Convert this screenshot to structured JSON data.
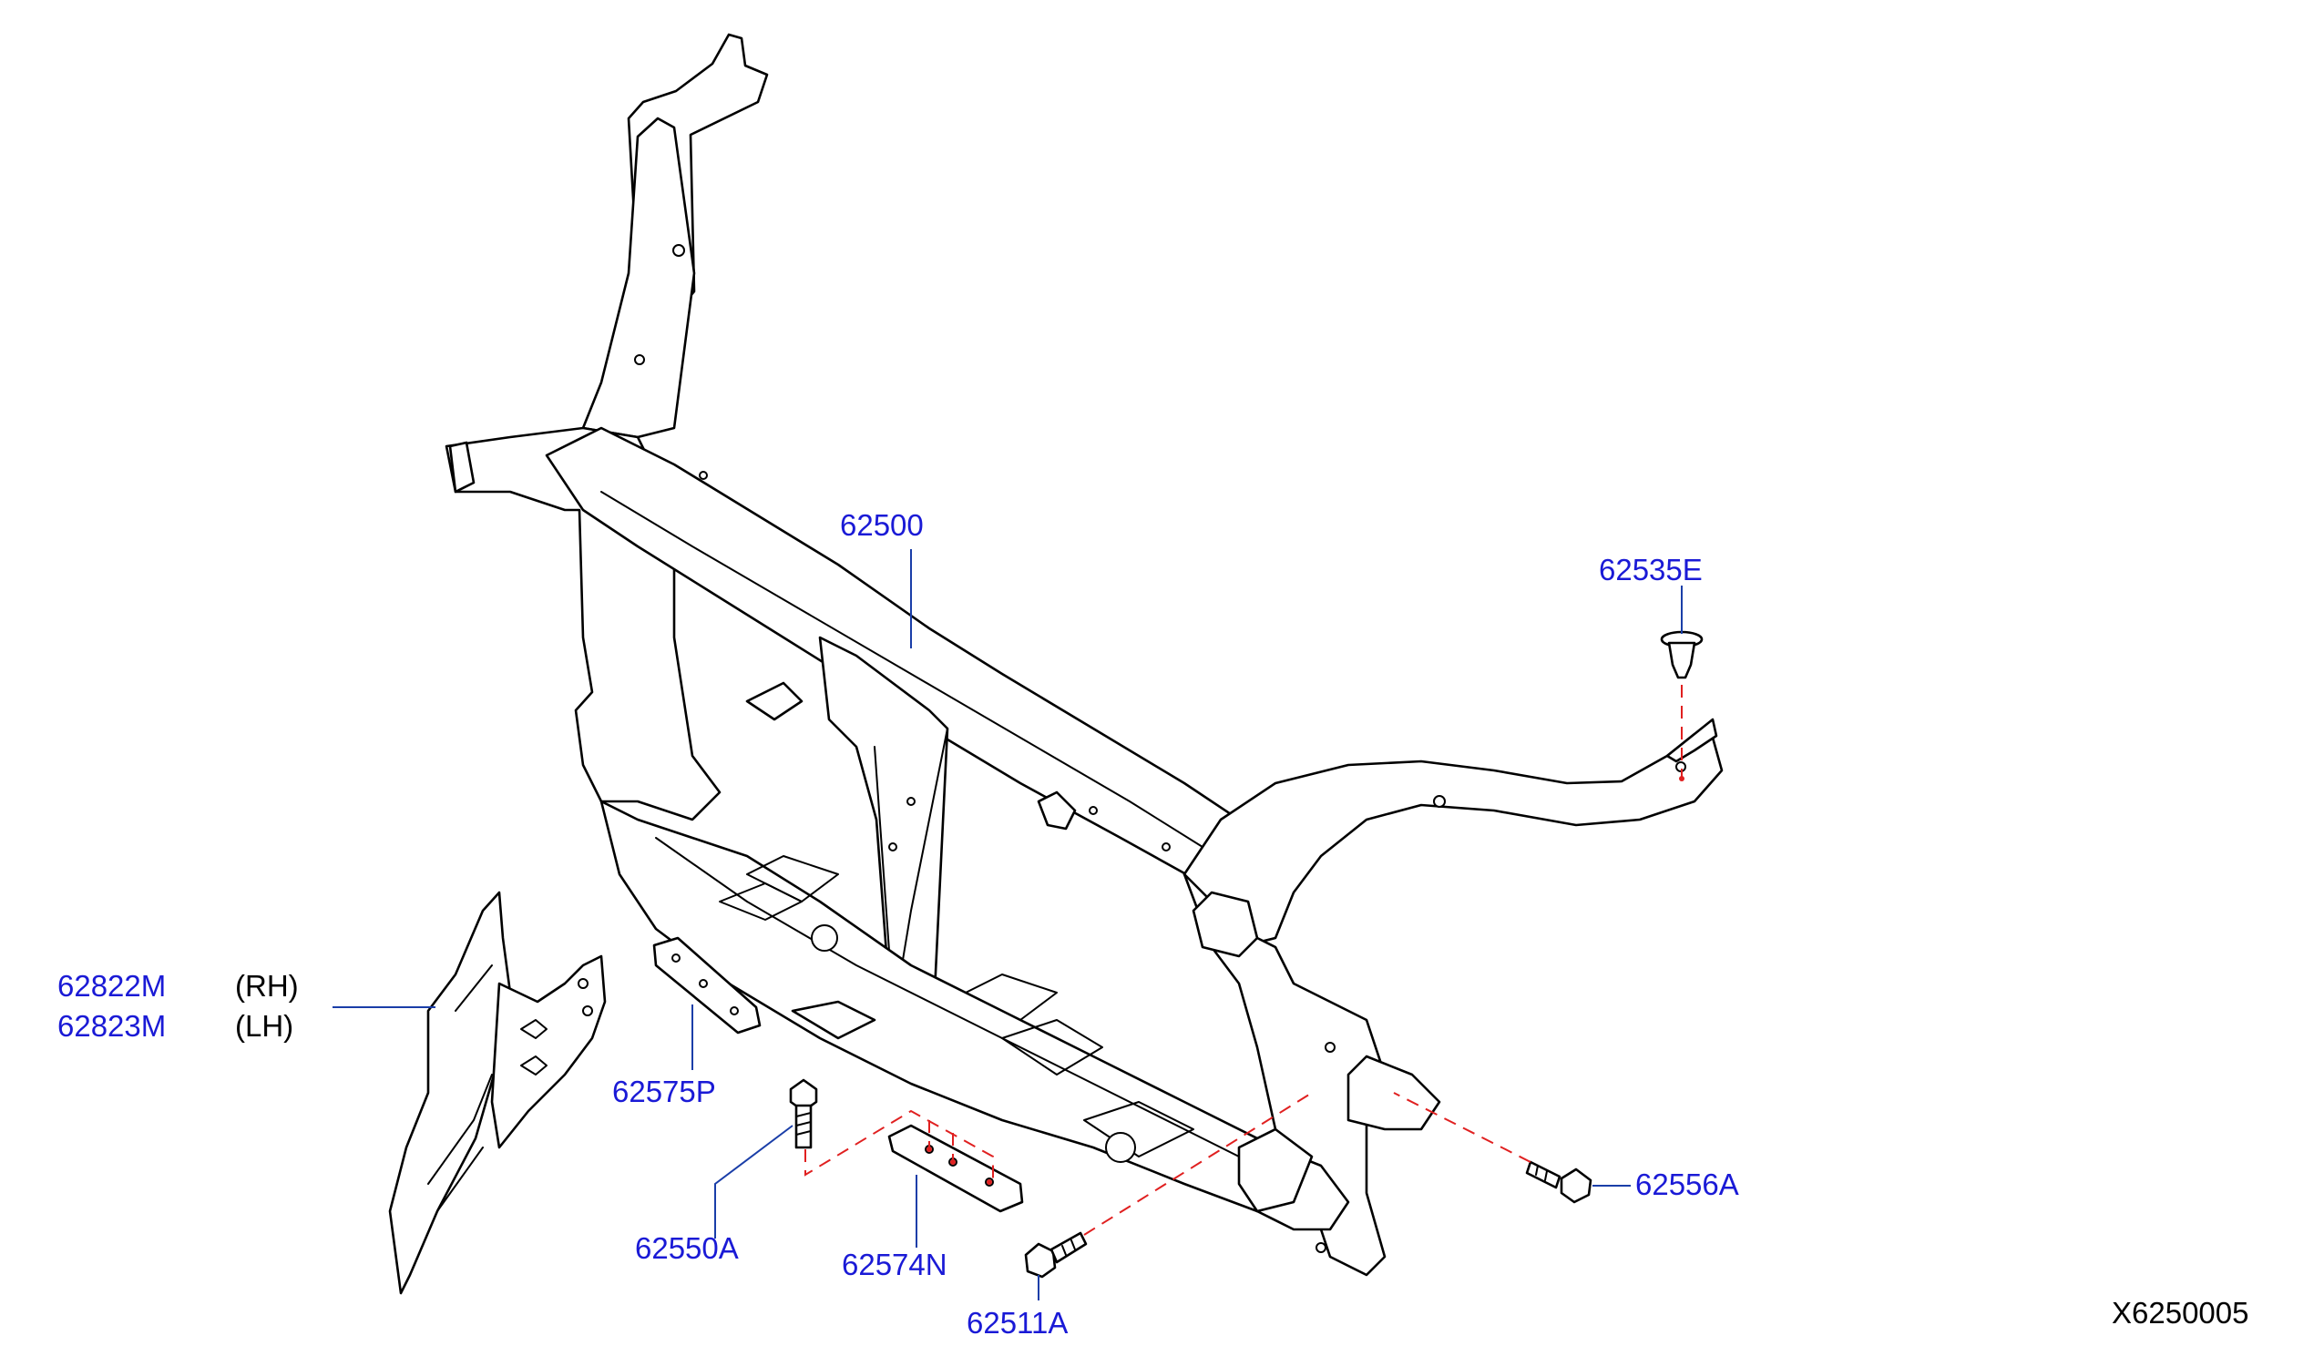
{
  "diagram_code": "X6250005",
  "parts": [
    {
      "id": "p62500",
      "number": "62500"
    },
    {
      "id": "p62535E",
      "number": "62535E"
    },
    {
      "id": "p62822M",
      "number": "62822M",
      "side": "(RH)"
    },
    {
      "id": "p62823M",
      "number": "62823M",
      "side": "(LH)"
    },
    {
      "id": "p62575P",
      "number": "62575P"
    },
    {
      "id": "p62550A",
      "number": "62550A"
    },
    {
      "id": "p62574N",
      "number": "62574N"
    },
    {
      "id": "p62511A",
      "number": "62511A"
    },
    {
      "id": "p62556A",
      "number": "62556A"
    }
  ],
  "colors": {
    "part_number": "#1a1ad6",
    "leader": "#1a3ea8",
    "dashed_guide": "#e02020",
    "outline": "#000000"
  }
}
